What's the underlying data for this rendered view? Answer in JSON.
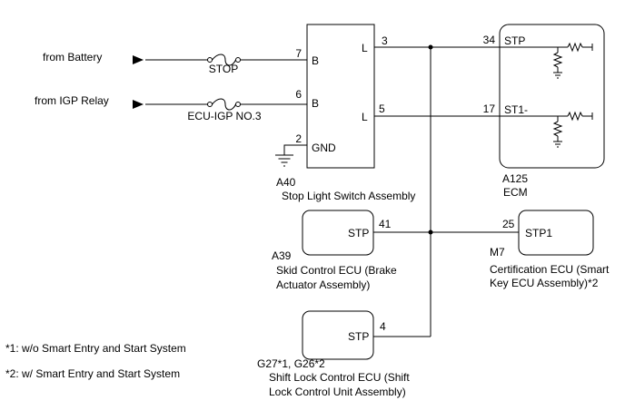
{
  "inputs": {
    "battery": {
      "label": "from Battery",
      "fuse": "STOP",
      "pin": "7",
      "terminal": "B"
    },
    "igp": {
      "label": "from IGP Relay",
      "fuse": "ECU-IGP NO.3",
      "pin": "6",
      "terminal": "B"
    }
  },
  "stop_switch": {
    "code": "A40",
    "name": "Stop Light Switch Assembly",
    "out1_pin": "3",
    "out1_terminal": "L",
    "out2_pin": "5",
    "out2_terminal": "L",
    "gnd_pin": "2",
    "gnd_terminal": "GND"
  },
  "ecm": {
    "code": "A125",
    "name": "ECM",
    "pin1": "34",
    "term1": "STP",
    "pin2": "17",
    "term2": "ST1-"
  },
  "skid": {
    "code": "A39",
    "terminal": "STP",
    "pin": "41",
    "name_line1": "Skid Control ECU (Brake",
    "name_line2": "Actuator Assembly)"
  },
  "cert": {
    "code": "M7",
    "terminal": "STP1",
    "pin": "25",
    "name_line1": "Certification ECU (Smart",
    "name_line2": "Key ECU Assembly)*2"
  },
  "shift": {
    "code": "G27*1, G26*2",
    "terminal": "STP",
    "pin": "4",
    "name_line1": "Shift Lock Control ECU (Shift",
    "name_line2": "Lock Control Unit Assembly)"
  },
  "notes": [
    "*1: w/o Smart Entry and Start System",
    "*2: w/ Smart Entry and Start System"
  ]
}
